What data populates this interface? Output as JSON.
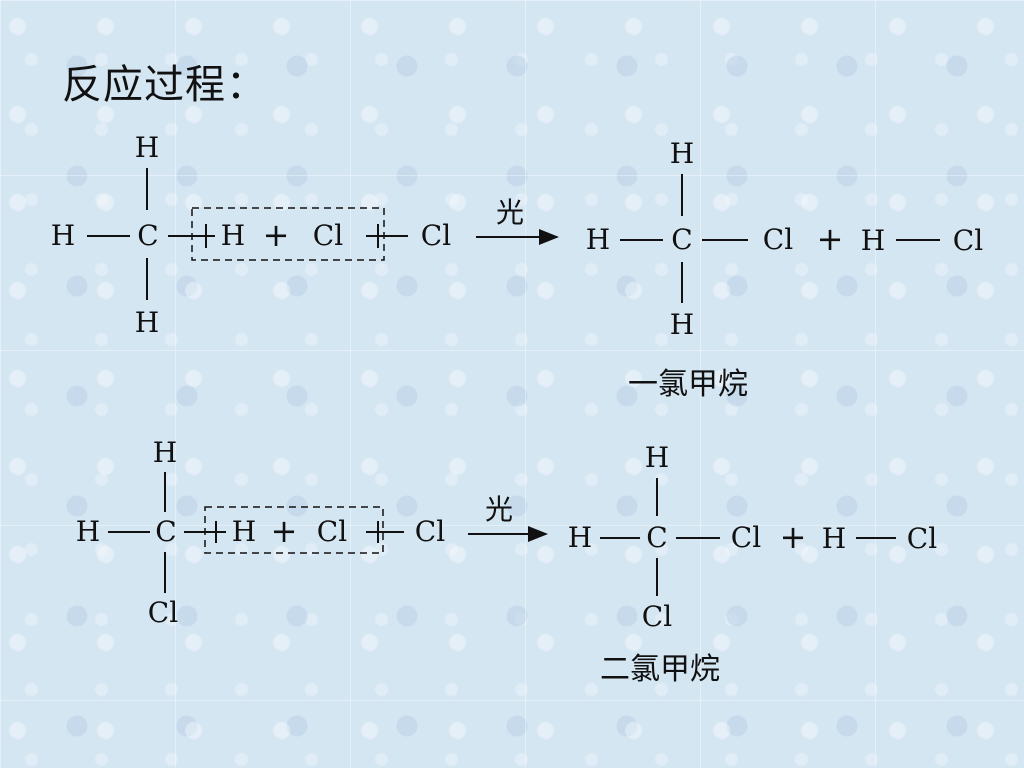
{
  "title": "反应过程：",
  "reactions": [
    {
      "reactant": {
        "top": "H",
        "left": "H",
        "center": "C",
        "bottom": "H"
      },
      "boxed": {
        "h": "H",
        "plus": "+",
        "cl": "Cl"
      },
      "leaving": "Cl",
      "condition": "光",
      "product": {
        "top": "H",
        "left": "H",
        "center": "C",
        "right": "Cl",
        "bottom": "H"
      },
      "plus": "+",
      "byproduct": {
        "h": "H",
        "cl": "Cl"
      },
      "product_name": "一氯甲烷"
    },
    {
      "reactant": {
        "top": "H",
        "left": "H",
        "center": "C",
        "bottom": "Cl"
      },
      "boxed": {
        "h": "H",
        "plus": "+",
        "cl": "Cl"
      },
      "leaving": "Cl",
      "condition": "光",
      "product": {
        "top": "H",
        "left": "H",
        "center": "C",
        "right": "Cl",
        "bottom": "Cl"
      },
      "plus": "+",
      "byproduct": {
        "h": "H",
        "cl": "Cl"
      },
      "product_name": "二氯甲烷"
    }
  ]
}
